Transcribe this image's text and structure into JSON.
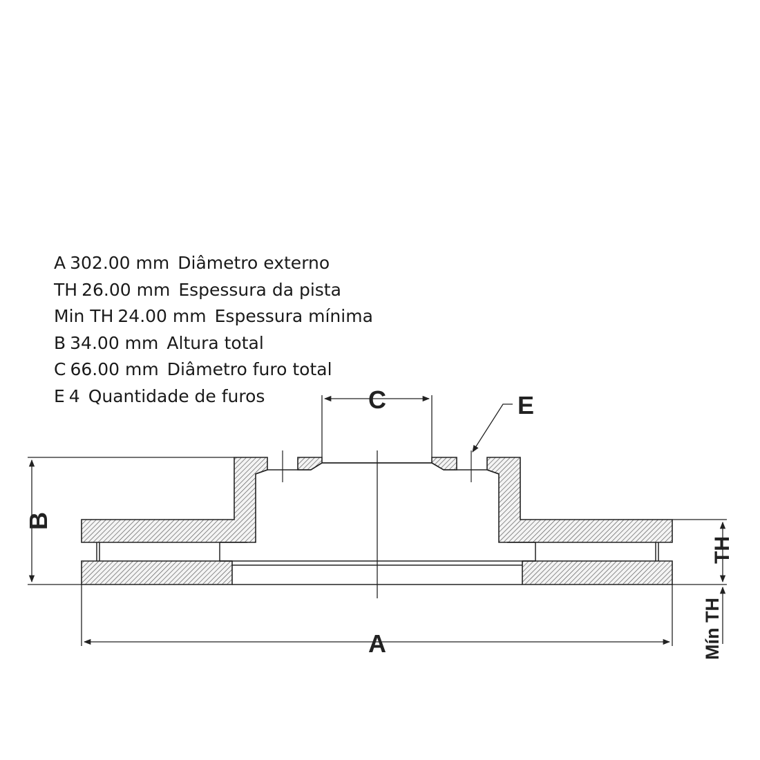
{
  "specs": [
    {
      "code": "A",
      "value": "302.00 mm",
      "description": "Diâmetro externo"
    },
    {
      "code": "TH",
      "value": "26.00 mm",
      "description": "Espessura da pista"
    },
    {
      "code": "Min TH",
      "value": "24.00 mm",
      "description": "Espessura mínima"
    },
    {
      "code": "B",
      "value": "34.00 mm",
      "description": "Altura total"
    },
    {
      "code": "C",
      "value": "66.00 mm",
      "description": "Diâmetro furo total"
    },
    {
      "code": "E",
      "value": "4",
      "description": "Quantidade de furos"
    }
  ],
  "diagram": {
    "labels": {
      "a": "A",
      "b": "B",
      "c": "C",
      "e": "E",
      "th": "TH",
      "min_th": "Mín TH"
    },
    "line_color": "#222222",
    "hatch_color": "#555555"
  }
}
